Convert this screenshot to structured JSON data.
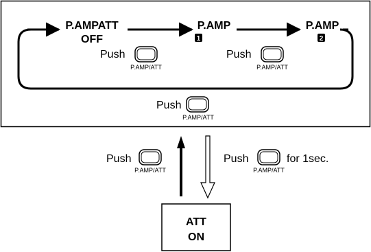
{
  "cycle": {
    "state_off": {
      "line1": "P.AMPATT",
      "line2": "OFF"
    },
    "state_amp1": {
      "label": "P.AMP",
      "badge": "1"
    },
    "state_amp2": {
      "label": "P.AMP",
      "badge": "2"
    }
  },
  "push_label": "Push",
  "button_caption": "P.AMP/ATT",
  "hold_suffix": "for 1sec.",
  "att_box": {
    "line1": "ATT",
    "line2": "ON"
  },
  "colors": {
    "line": "#000000",
    "background": "#ffffff",
    "badge_fill": "#000000",
    "badge_text": "#ffffff"
  }
}
